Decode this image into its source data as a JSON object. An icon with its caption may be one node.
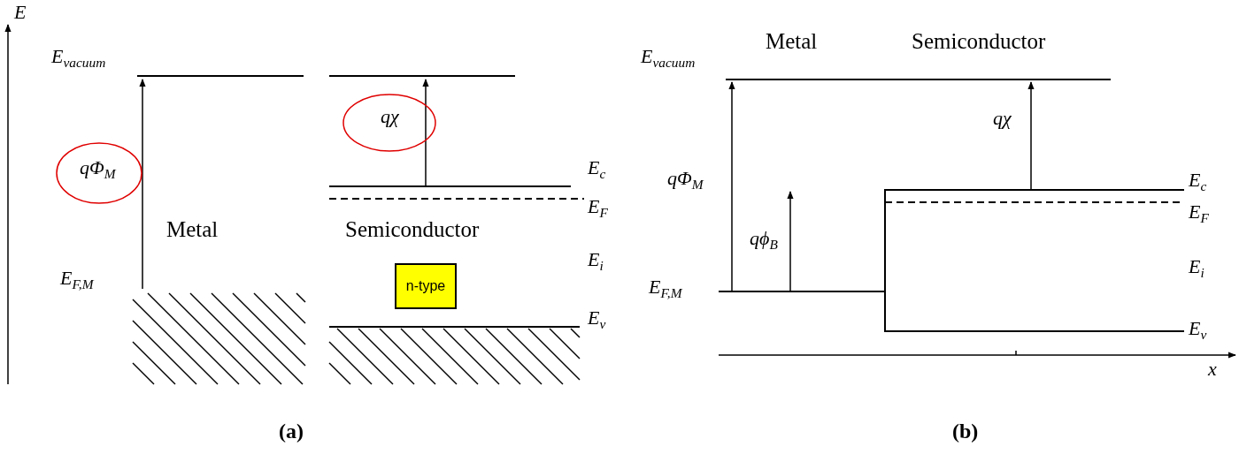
{
  "diagram": {
    "nodes": [
      {
        "text": [
          "n-type"
        ]
      }
    ],
    "labels": [
      "E",
      "E$_{vacuum}$",
      "qΦ$_{M}$",
      "qχ",
      "E$_{c}$",
      "E$_{F}$",
      "Metal",
      "Semiconductor",
      "E$_{i}$",
      "E$_{F,M}$",
      "E$_{v}$",
      "Metal",
      "Semiconductor",
      "E$_{vacuum}$",
      "qχ",
      "qΦ$_{M}$",
      "E$_{c}$",
      "E$_{F}$",
      "qϕ$_{B}$",
      "E$_{i}$",
      "E$_{F,M}$",
      "E$_{v}$",
      "x",
      "(a)",
      "(b)"
    ]
  }
}
